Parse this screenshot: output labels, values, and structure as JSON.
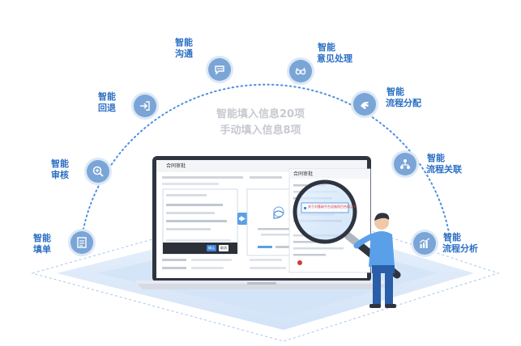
{
  "features": [
    {
      "id": "fill-form",
      "line1": "智能",
      "line2": "填单",
      "icon": "form-icon"
    },
    {
      "id": "review",
      "line1": "智能",
      "line2": "审核",
      "icon": "zoom-check-icon"
    },
    {
      "id": "return",
      "line1": "智能",
      "line2": "回退",
      "icon": "return-arrow-icon"
    },
    {
      "id": "communicate",
      "line1": "智能",
      "line2": "沟通",
      "icon": "chat-icon"
    },
    {
      "id": "opinion-handling",
      "line1": "智能",
      "line2": "意见处理",
      "icon": "glasses-icon"
    },
    {
      "id": "flow-distribution",
      "line1": "智能",
      "line2": "流程分配",
      "icon": "hand-icon"
    },
    {
      "id": "flow-association",
      "line1": "智能",
      "line2": "流程关联",
      "icon": "network-icon"
    },
    {
      "id": "flow-analysis",
      "line1": "智能",
      "line2": "流程分析",
      "icon": "chart-icon"
    }
  ],
  "stats": {
    "smart_fill": "智能填入信息20项",
    "manual_fill": "手动填入信息8项"
  },
  "screen_left": {
    "title": "合同审批",
    "dialog_confirm": "确认",
    "dialog_cancel": "取消"
  },
  "screen_right": {
    "title": "合同审批",
    "attachment": "关于对基础平台设施项目合同.pdf"
  },
  "colors": {
    "accent": "#2b6fc4",
    "icon_circle": "#7aa5d6",
    "orbit": "#4f8fe0",
    "platform": "#cddff7"
  }
}
